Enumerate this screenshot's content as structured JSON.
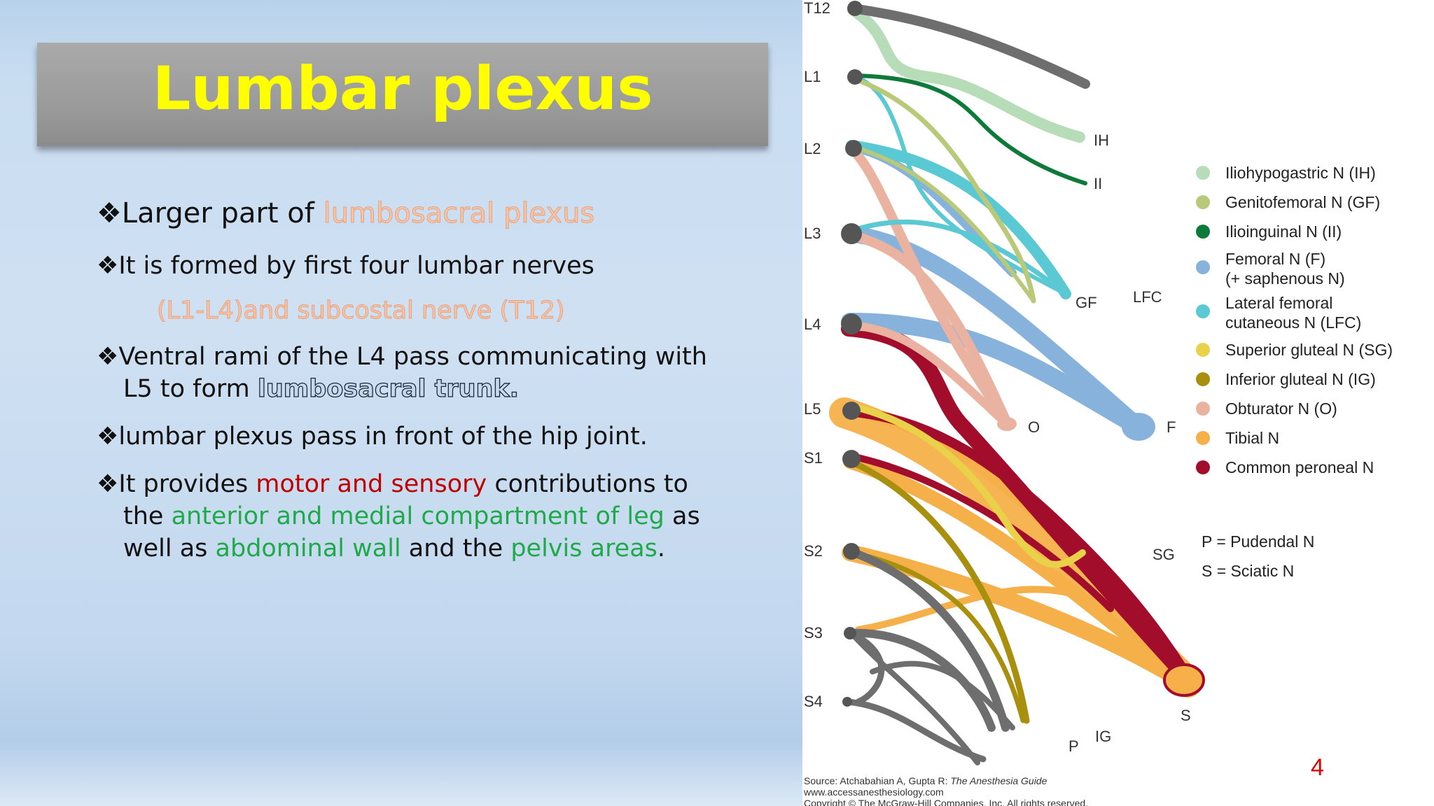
{
  "slide": {
    "title": "Lumbar plexus",
    "number": "4",
    "bullets": {
      "b1_prefix": "Larger part of ",
      "b1_highlight": "lumbosacral plexus",
      "b2_text": "It is formed by first four lumbar nerves",
      "b2_highlight": "(L1-L4)and  subcostal nerve (T12)",
      "b3_line1": "Ventral rami of the L4 pass communicating with",
      "b3_line2_prefix": "L5 to form ",
      "b3_highlight": "lumbosacral trunk.",
      "b4_text": "lumbar plexus pass in front of the hip joint.",
      "b5_prefix": "It provides ",
      "b5_red": "motor and sensory",
      "b5_mid": " contributions to",
      "b5_line2_prefix": "the ",
      "b5_green1": "anterior and medial compartment of leg",
      "b5_line2_suffix": " as",
      "b5_line3_prefix": "well as  ",
      "b5_green2": "abdominal wall",
      "b5_line3_mid": " and the ",
      "b5_green3": "pelvis areas",
      "b5_line3_suffix": "."
    },
    "bullet_glyph": "❖"
  },
  "figure": {
    "root_labels": [
      "T12",
      "L1",
      "L2",
      "L3",
      "L4",
      "L5",
      "S1",
      "S2",
      "S3",
      "S4"
    ],
    "nerve_labels": {
      "ih": "IH",
      "ii": "II",
      "gf": "GF",
      "lfc": "LFC",
      "o": "O",
      "f": "F",
      "sg": "SG",
      "s": "S",
      "ig": "IG",
      "p": "P"
    },
    "legend": [
      {
        "label": "Iliohypogastric N (IH)",
        "color": "#b6dcb8"
      },
      {
        "label": "Genitofemoral N (GF)",
        "color": "#b9c97a"
      },
      {
        "label": "Ilioinguinal N (II)",
        "color": "#0e7a3a"
      },
      {
        "label": "Femoral N (F)\n(+ saphenous N)",
        "color": "#86b2dc"
      },
      {
        "label": "Lateral femoral\ncutaneous N (LFC)",
        "color": "#5ac9d4"
      },
      {
        "label": "Superior gluteal N (SG)",
        "color": "#e9d24a"
      },
      {
        "label": "Inferior gluteal N (IG)",
        "color": "#a8900e"
      },
      {
        "label": "Obturator N (O)",
        "color": "#eab3a1"
      },
      {
        "label": "Tibial N",
        "color": "#f5b04a"
      },
      {
        "label": "Common peroneal N",
        "color": "#a30d2c"
      }
    ],
    "abbreviations": [
      "P = Pudendal N",
      "S = Sciatic N"
    ],
    "source_line1_prefix": "Source: Atchabahian A, Gupta R: ",
    "source_line1_italic": "The Anesthesia Guide",
    "source_line2": "www.accessanesthesiology.com",
    "source_line3": "Copyright © The McGraw-Hill Companies, Inc. All rights reserved."
  }
}
